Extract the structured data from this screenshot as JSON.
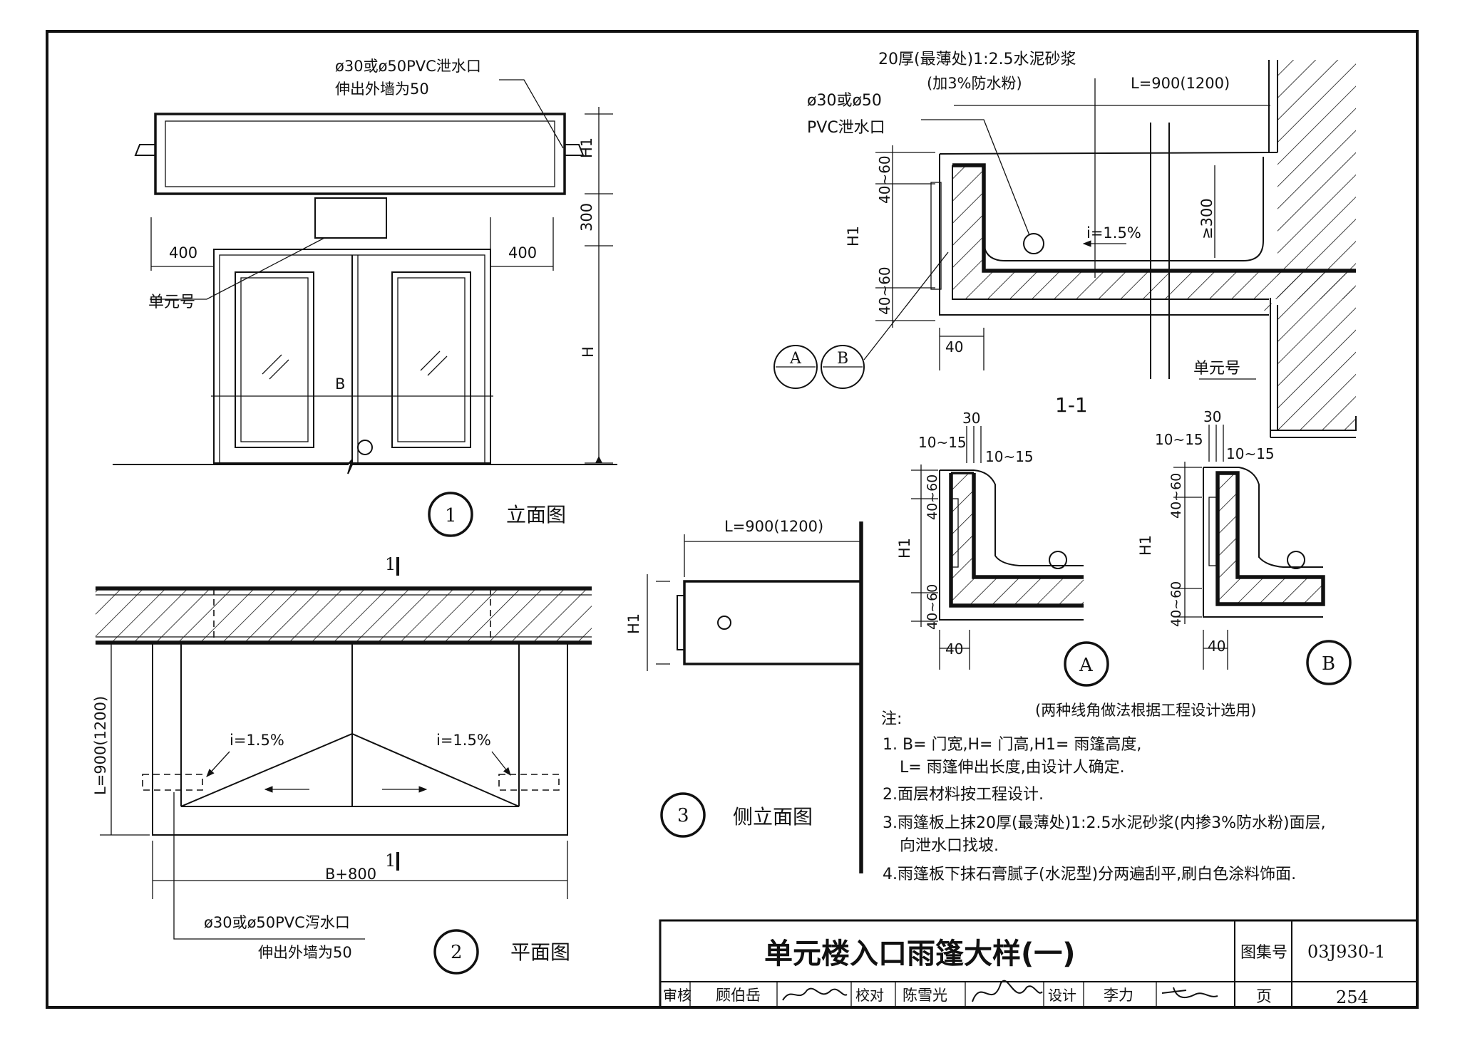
{
  "elevation": {
    "drain_label_1": "ø30或ø50PVC泄水口",
    "drain_label_2": "伸出外墙为50",
    "dim_h1": "H1",
    "dim_300": "300",
    "dim_h": "H",
    "dim_400_left": "400",
    "dim_400_right": "400",
    "unit_label": "单元号",
    "dim_b": "B",
    "view_number": "1",
    "view_title": "立面图"
  },
  "plan": {
    "section_mark_top": "1",
    "section_mark_bottom": "1",
    "dim_l": "L=900(1200)",
    "slope_left": "i=1.5%",
    "slope_right": "i=1.5%",
    "dim_b800": "B+800",
    "drain_label_1": "ø30或ø50PVC泻水口",
    "drain_label_2": "伸出外墙为50",
    "view_number": "2",
    "view_title": "平面图"
  },
  "side": {
    "dim_l": "L=900(1200)",
    "dim_h1": "H1",
    "view_number": "3",
    "view_title": "侧立面图"
  },
  "section": {
    "mortar_label_1": "20厚(最薄处)1:2.5水泥砂浆",
    "mortar_label_2": "(加3%防水粉)",
    "drain_label_1": "ø30或ø50",
    "drain_label_2": "PVC泄水口",
    "dim_l": "L=900(1200)",
    "dim_4060_top": "40~60",
    "dim_4060_bottom": "40~60",
    "dim_h1": "H1",
    "slope": "i=1.5%",
    "dim_300": "≥300",
    "dim_40": "40",
    "ref_a": "A",
    "ref_b": "B",
    "unit_label": "单元号",
    "title": "1-1"
  },
  "detail_a": {
    "dim_30": "30",
    "dim_1015_left": "10~15",
    "dim_1015_right": "10~15",
    "dim_4060_top": "40~60",
    "dim_4060_bottom": "40~60",
    "dim_h1": "H1",
    "dim_40": "40",
    "label": "A"
  },
  "detail_b": {
    "dim_30": "30",
    "dim_1015_left": "10~15",
    "dim_1015_right": "10~15",
    "dim_4060_top": "40~60",
    "dim_4060_bottom": "40~60",
    "dim_h1": "H1",
    "dim_40": "40",
    "label": "B"
  },
  "notes": {
    "option_note": "(两种线角做法根据工程设计选用)",
    "heading": "注:",
    "n1a": "1. B= 门宽,H= 门高,H1= 雨篷高度,",
    "n1b": "L= 雨篷伸出长度,由设计人确定.",
    "n2": "2.面层材料按工程设计.",
    "n3a": "3.雨篷板上抹20厚(最薄处)1:2.5水泥砂浆(内掺3%防水粉)面层,",
    "n3b": "向泄水口找坡.",
    "n4": "4.雨篷板下抹石膏腻子(水泥型)分两遍刮平,刷白色涂料饰面."
  },
  "title_block": {
    "title": "单元楼入口雨篷大样(一)",
    "atlas_label": "图集号",
    "atlas_number": "03J930-1",
    "review_label": "审核",
    "reviewer": "顾伯岳",
    "check_label": "校对",
    "checker": "陈雪光",
    "design_label": "设计",
    "designer": "李力",
    "page_label": "页",
    "page_number": "254"
  }
}
